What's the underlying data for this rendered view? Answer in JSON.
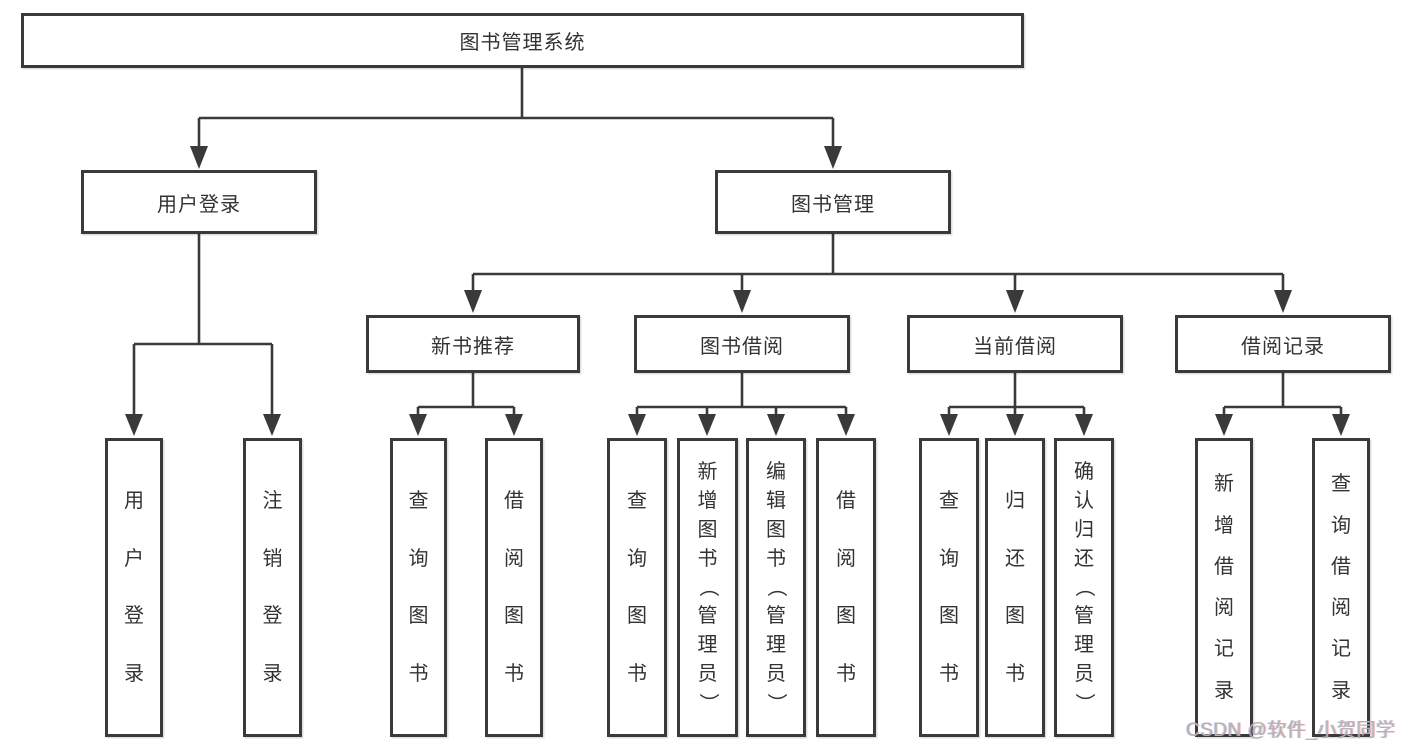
{
  "tree": {
    "root": {
      "label": "图书管理系统"
    },
    "level2": [
      {
        "label": "用户登录",
        "children": [
          {
            "label": "用户登录"
          },
          {
            "label": "注销登录"
          }
        ]
      },
      {
        "label": "图书管理",
        "children": [
          {
            "label": "新书推荐",
            "children": [
              {
                "label": "查询图书"
              },
              {
                "label": "借阅图书"
              }
            ]
          },
          {
            "label": "图书借阅",
            "children": [
              {
                "label": "查询图书"
              },
              {
                "label": "新增图书（管理员）"
              },
              {
                "label": "编辑图书（管理员）"
              },
              {
                "label": "借阅图书"
              }
            ]
          },
          {
            "label": "当前借阅",
            "children": [
              {
                "label": "查询图书"
              },
              {
                "label": "归还图书"
              },
              {
                "label": "确认归还（管理员）"
              }
            ]
          },
          {
            "label": "借阅记录",
            "children": [
              {
                "label": "新增借阅记录"
              },
              {
                "label": "查询借阅记录"
              }
            ]
          }
        ]
      }
    ]
  },
  "watermark": {
    "text": "CSDN @软件_小贺同学"
  },
  "colors": {
    "line": "#3a3a3a",
    "box_border": "#3a3a3a",
    "text": "#333333",
    "background": "#ffffff",
    "watermark": "#b3b3b3"
  }
}
